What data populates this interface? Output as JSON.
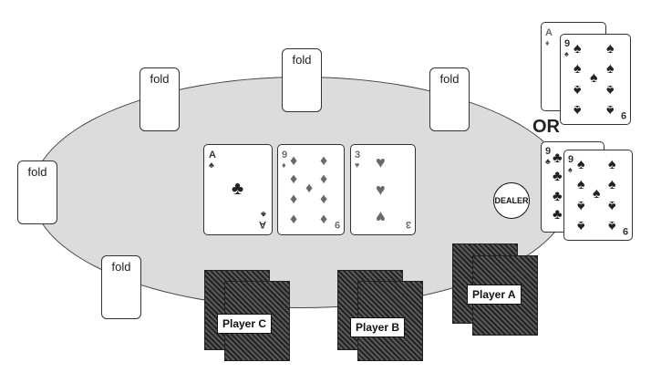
{
  "table": {
    "fold_label": "fold"
  },
  "community_cards": [
    {
      "rank": "A",
      "suit": "♣"
    },
    {
      "rank": "9",
      "suit": "♦"
    },
    {
      "rank": "3",
      "suit": "♥"
    }
  ],
  "option_hands": {
    "top": [
      {
        "rank": "A",
        "suit": "♦"
      },
      {
        "rank": "9",
        "suit": "♠"
      }
    ],
    "separator": "OR",
    "bottom": [
      {
        "rank": "9",
        "suit": "♣"
      },
      {
        "rank": "9",
        "suit": "♠"
      }
    ]
  },
  "dealer_button": "DEALER",
  "players": [
    {
      "name": "Player C"
    },
    {
      "name": "Player B"
    },
    {
      "name": "Player A"
    }
  ]
}
